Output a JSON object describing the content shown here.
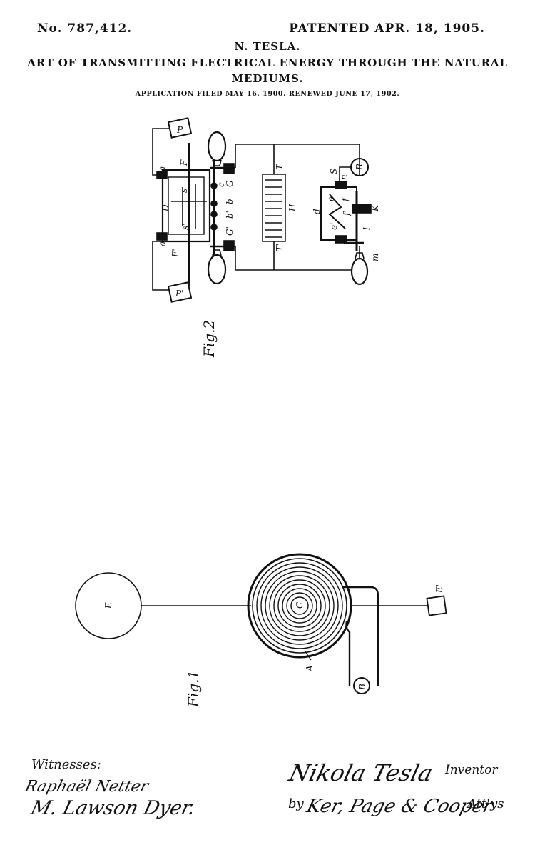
{
  "header": {
    "patent_number": "No. 787,412.",
    "patent_date": "PATENTED APR. 18, 1905.",
    "inventor": "N. TESLA.",
    "title_line1": "ART OF TRANSMITTING ELECTRICAL ENERGY THROUGH THE NATURAL",
    "title_line2": "MEDIUMS.",
    "application": "APPLICATION FILED MAY 16, 1900.  RENEWED JUNE 17, 1902."
  },
  "figures": {
    "fig2_caption": "Fig.2",
    "fig1_caption": "Fig.1",
    "fig2_labels": {
      "P": "P",
      "P1": "P'",
      "a": "a",
      "a1": "a'",
      "F": "F",
      "F1": "F'",
      "D": "D",
      "s": "s",
      "s1": "s'",
      "G": "G",
      "G1": "G'",
      "c": "c",
      "b": "b",
      "b1": "b'",
      "T": "T",
      "T1": "T'",
      "H": "H",
      "S": "S",
      "n": "n",
      "R": "R",
      "d": "d",
      "e": "e",
      "e1": "e'",
      "f": "f",
      "f1": "f'",
      "K": "K",
      "l": "l",
      "m": "m"
    },
    "fig1_labels": {
      "E": "E",
      "C": "C",
      "A": "A",
      "B": "B",
      "E1": "E'"
    }
  },
  "signatures": {
    "witnesses_label": "Witnesses:",
    "witness1": "Raphaël Netter",
    "witness2": "M. Lawson Dyer.",
    "inventor_signature": "Nikola Tesla",
    "inventor_label": "Inventor",
    "by_label": "by",
    "attorneys_signature": "Ker, Page & Cooper",
    "attorneys_label": "Att'ys"
  }
}
